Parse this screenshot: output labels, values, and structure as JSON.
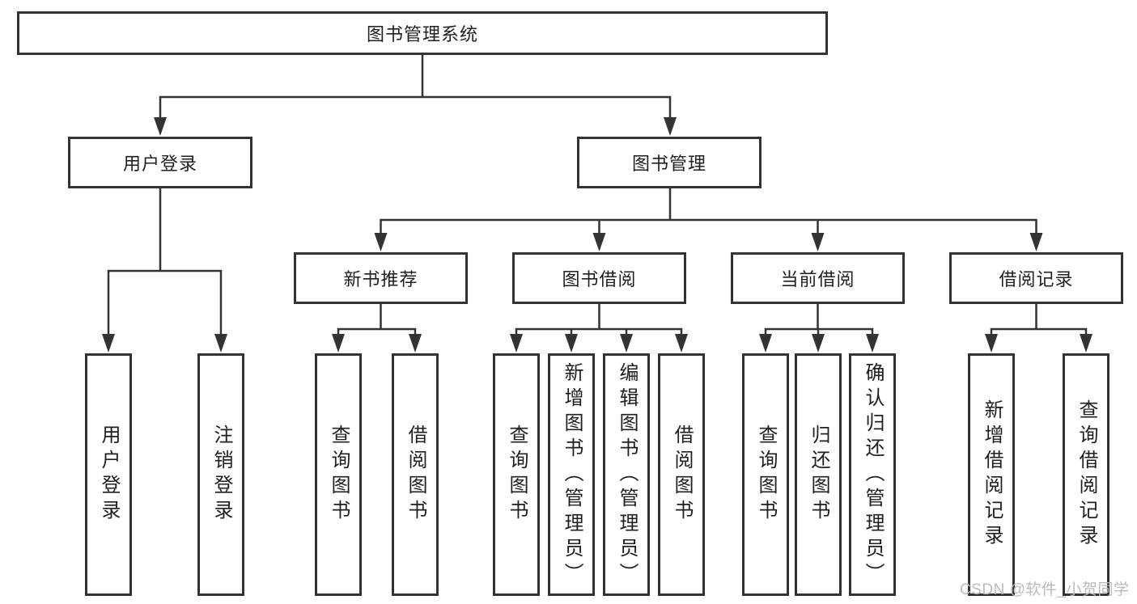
{
  "nodes": {
    "root": "图书管理系统",
    "level2": [
      "用户登录",
      "图书管理"
    ],
    "level3": [
      "新书推荐",
      "图书借阅",
      "当前借阅",
      "借阅记录"
    ],
    "leaves_user_login": [
      "用户登录",
      "注销登录"
    ],
    "leaves_new_books": [
      "查询图书",
      "借阅图书"
    ],
    "leaves_book_borrow": [
      "查询图书",
      "新增图书（管理员）",
      "编辑图书（管理员）",
      "借阅图书"
    ],
    "leaves_current_borrow": [
      "查询图书",
      "归还图书",
      "确认归还（管理员）"
    ],
    "leaves_borrow_records": [
      "新增借阅记录",
      "查询借阅记录"
    ]
  },
  "watermark": "CSDN @软件_小贺同学",
  "colors": {
    "line": "#333333",
    "text": "#1f1f1f",
    "watermark": "#b7bcc2",
    "background": "#ffffff"
  }
}
